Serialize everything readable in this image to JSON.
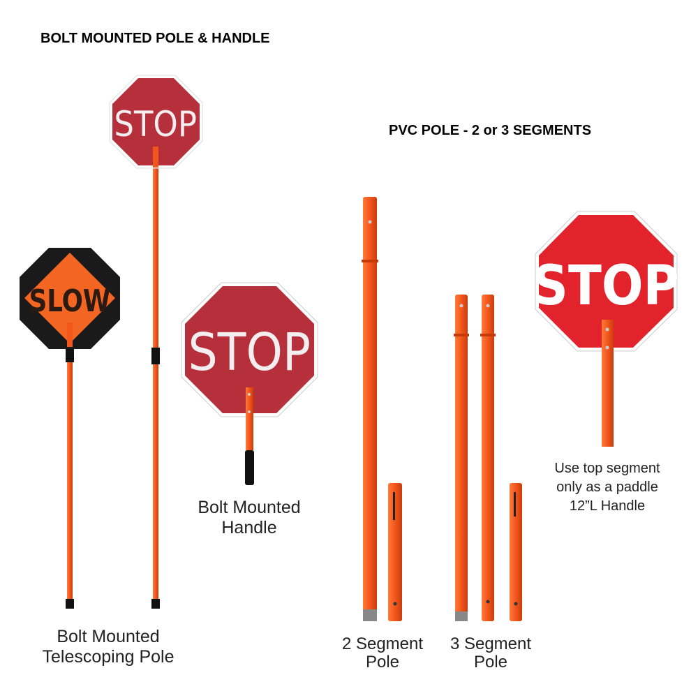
{
  "headings": {
    "bolt": "BOLT MOUNTED POLE & HANDLE",
    "pvc": "PVC POLE - 2 or 3 SEGMENTS"
  },
  "signs": {
    "slow": "SLOW",
    "stop": "STOP"
  },
  "captions": {
    "handle": [
      "Bolt Mounted",
      "Handle"
    ],
    "telescoping": [
      "Bolt Mounted",
      "Telescoping Pole"
    ],
    "two_segment": [
      "2 Segment",
      "Pole"
    ],
    "three_segment": [
      "3 Segment",
      "Pole"
    ],
    "paddle": [
      "Use top segment",
      "only as a paddle",
      "12”L Handle"
    ]
  },
  "colors": {
    "pole_orange": "#f2561d",
    "stop_red": "#b5303b",
    "stop_bright_red": "#e3232b",
    "slow_orange": "#f26522"
  }
}
